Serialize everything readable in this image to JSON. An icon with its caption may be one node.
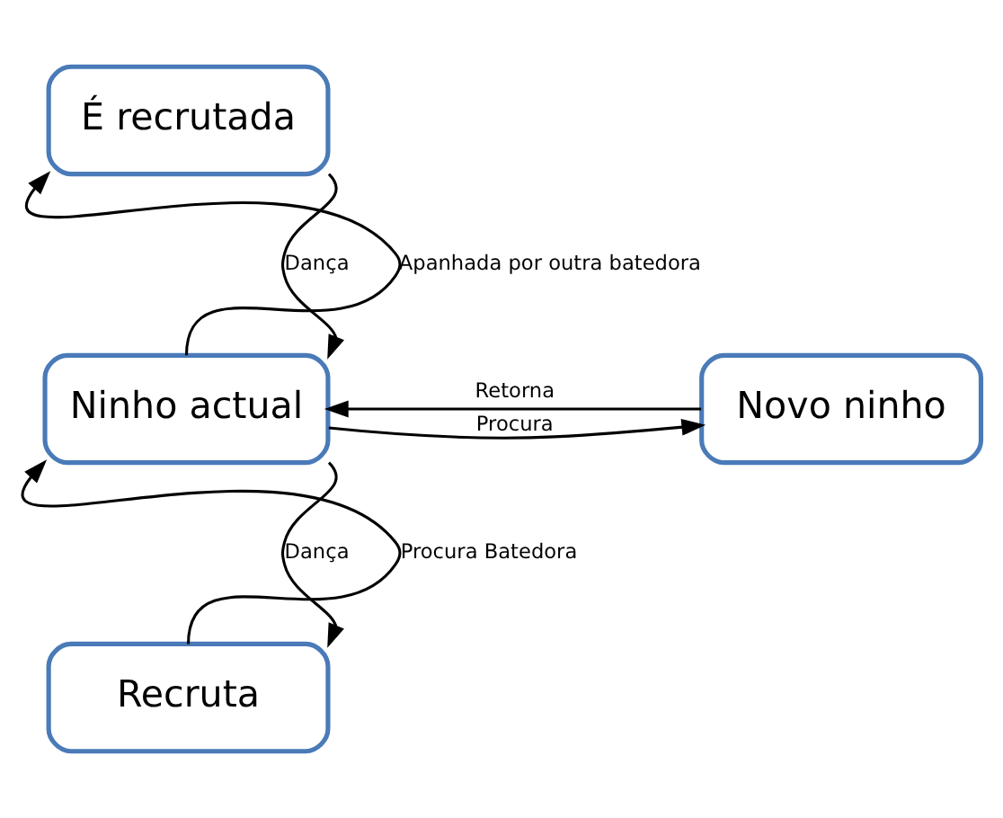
{
  "diagram": {
    "nodes": [
      {
        "text": [
          "É recrutada"
        ]
      },
      {
        "text": [
          "Novo ninho"
        ]
      },
      {
        "text": [
          "Ninho actual"
        ]
      },
      {
        "text": [
          "Recruta"
        ]
      }
    ],
    "edges": [
      {
        "from": 2,
        "to": 0,
        "arrow": "to",
        "label": "Apanhada por outra batedora"
      },
      {
        "from": 0,
        "to": 2,
        "arrow": "to",
        "label": "Dança"
      },
      {
        "from": 1,
        "to": 2,
        "arrow": "to",
        "label": "Retorna"
      },
      {
        "from": 2,
        "to": 1,
        "arrow": "to",
        "label": "Procura"
      },
      {
        "from": 3,
        "to": 2,
        "arrow": "to",
        "label": "Procura Batedora"
      },
      {
        "from": 2,
        "to": 3,
        "arrow": "to",
        "label": "Dança"
      }
    ]
  }
}
